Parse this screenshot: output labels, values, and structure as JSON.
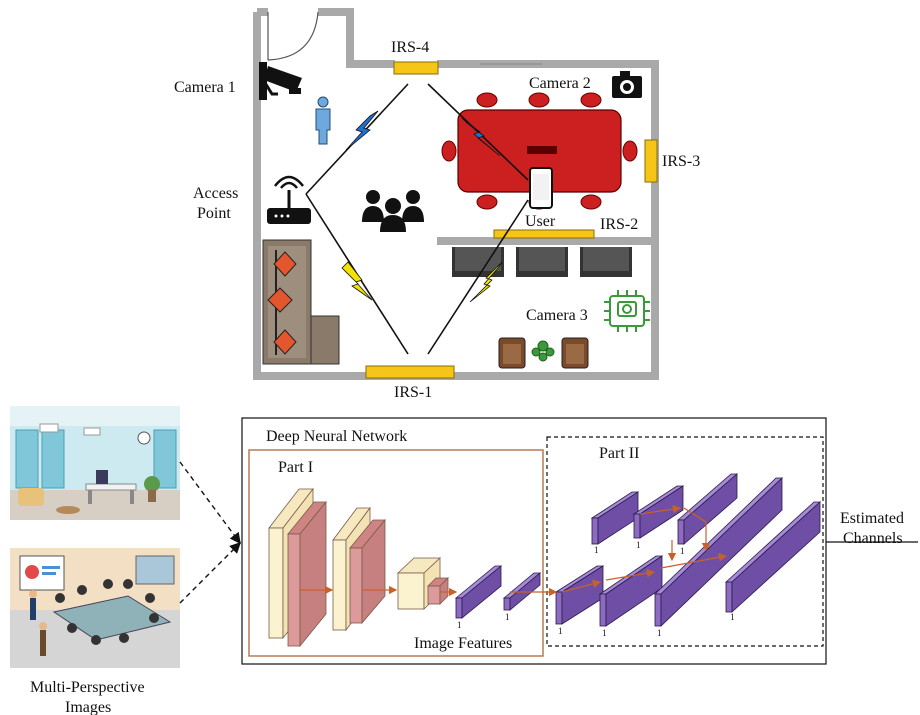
{
  "floorplan": {
    "camera1": "Camera 1",
    "camera2": "Camera 2",
    "camera3": "Camera 3",
    "access_point": [
      "Access",
      "Point"
    ],
    "irs1": "IRS-1",
    "irs2": "IRS-2",
    "irs3": "IRS-3",
    "irs4": "IRS-4",
    "user": "User"
  },
  "dnn": {
    "title": "Deep Neural Network",
    "part1": "Part I",
    "part2": "Part II",
    "image_features": "Image Features",
    "dim_label": "1"
  },
  "output_label": [
    "Estimated",
    "Channels"
  ],
  "input_label": [
    "Multi-Perspective",
    "Images"
  ],
  "colors": {
    "wall": "#a9a9a9",
    "irs": "#f5c518",
    "table": "#cc1f1f",
    "signal_blue": "#1f6fd1",
    "signal_yellow": "#f2e200",
    "layer_purple": "#8d6bc0",
    "conv_cream": "#fbf2cf",
    "conv_pink": "#dd9a9a",
    "part1_border": "#b5704a",
    "camera3_green": "#3a9a3a",
    "flow_arrow": "#c8602a"
  }
}
